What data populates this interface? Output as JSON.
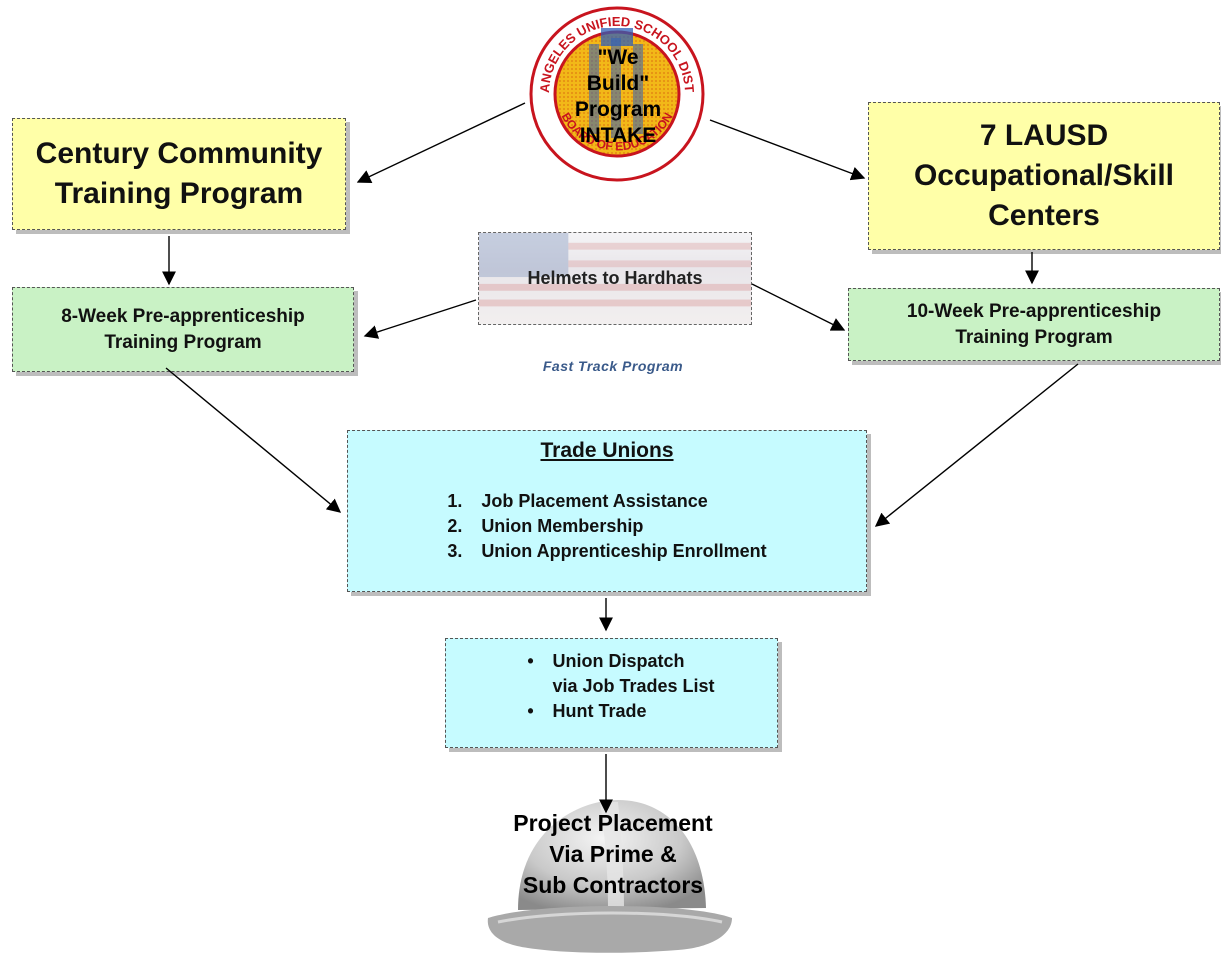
{
  "intake": {
    "seal_ring_text": "LOS ANGELES UNIFIED SCHOOL DISTRICT",
    "seal_bottom_text": "BOARD OF EDUCATION",
    "lines": [
      "\"We Build\"",
      "Program",
      "INTAKE"
    ]
  },
  "century": {
    "lines": [
      "Century Community",
      "Training Program"
    ]
  },
  "lausd": {
    "lines": [
      "7 LAUSD",
      "Occupational/Skill",
      "Centers"
    ]
  },
  "helmets": {
    "label": "Helmets to Hardhats",
    "caption": "Fast Track Program"
  },
  "prog8": {
    "lines": [
      "8-Week Pre-apprenticeship",
      "Training Program"
    ]
  },
  "prog10": {
    "lines": [
      "10-Week Pre-apprenticeship",
      "Training Program"
    ]
  },
  "unions": {
    "title": "Trade Unions",
    "items": [
      {
        "num": "1.",
        "text": "Job Placement Assistance"
      },
      {
        "num": "2.",
        "text": "Union Membership"
      },
      {
        "num": "3.",
        "text": "Union Apprenticeship Enrollment"
      }
    ]
  },
  "dispatch": {
    "items": [
      {
        "bullet": "•",
        "lines": [
          "Union Dispatch",
          "via Job Trades List"
        ]
      },
      {
        "bullet": "•",
        "lines": [
          "Hunt Trade"
        ]
      }
    ]
  },
  "placement": {
    "lines": [
      "Project Placement",
      "Via Prime &",
      "Sub Contractors"
    ]
  },
  "colors": {
    "yellow": "#ffffa8",
    "green": "#c9f2c5",
    "cyan": "#c6fbff",
    "seal_red": "#c8141e",
    "seal_yellow": "#f5c21b",
    "seal_blue": "#2f5fb8"
  }
}
